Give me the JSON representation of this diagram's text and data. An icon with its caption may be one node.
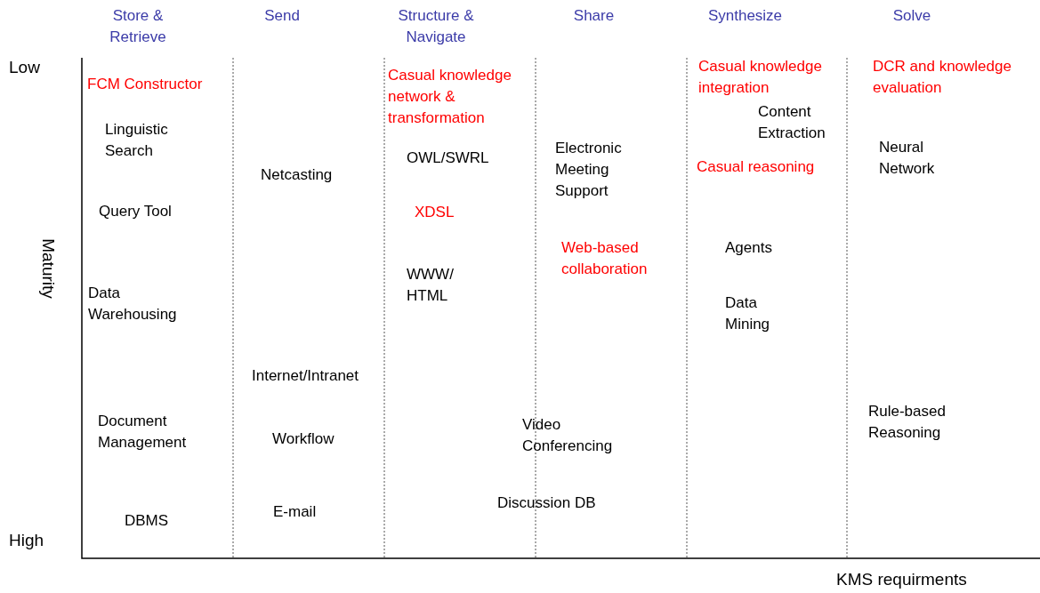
{
  "diagram": {
    "labels": [
      "Store & Retrieve",
      "Send",
      "Structure & Navigate",
      "Share",
      "Synthesize",
      "Solve",
      "Low",
      "High",
      "Maturity",
      "KMS requirments",
      "FCM Constructor",
      "Linguistic Search",
      "Query Tool",
      "Data Warehousing",
      "Document Management",
      "DBMS",
      "Netcasting",
      "Internet/Intranet",
      "Workflow",
      "E-mail",
      "Casual knowledge network & transformation",
      "OWL/SWRL",
      "XDSL",
      "WWW/ HTML",
      "Electronic Meeting Support",
      "Web-based collaboration",
      "Video Conferencing",
      "Discussion DB",
      "Casual knowledge integration",
      "Content Extraction",
      "Casual reasoning",
      "Agents",
      "Data Mining",
      "DCR and knowledge evaluation",
      "Neural Network",
      "Rule-based Reasoning"
    ]
  }
}
